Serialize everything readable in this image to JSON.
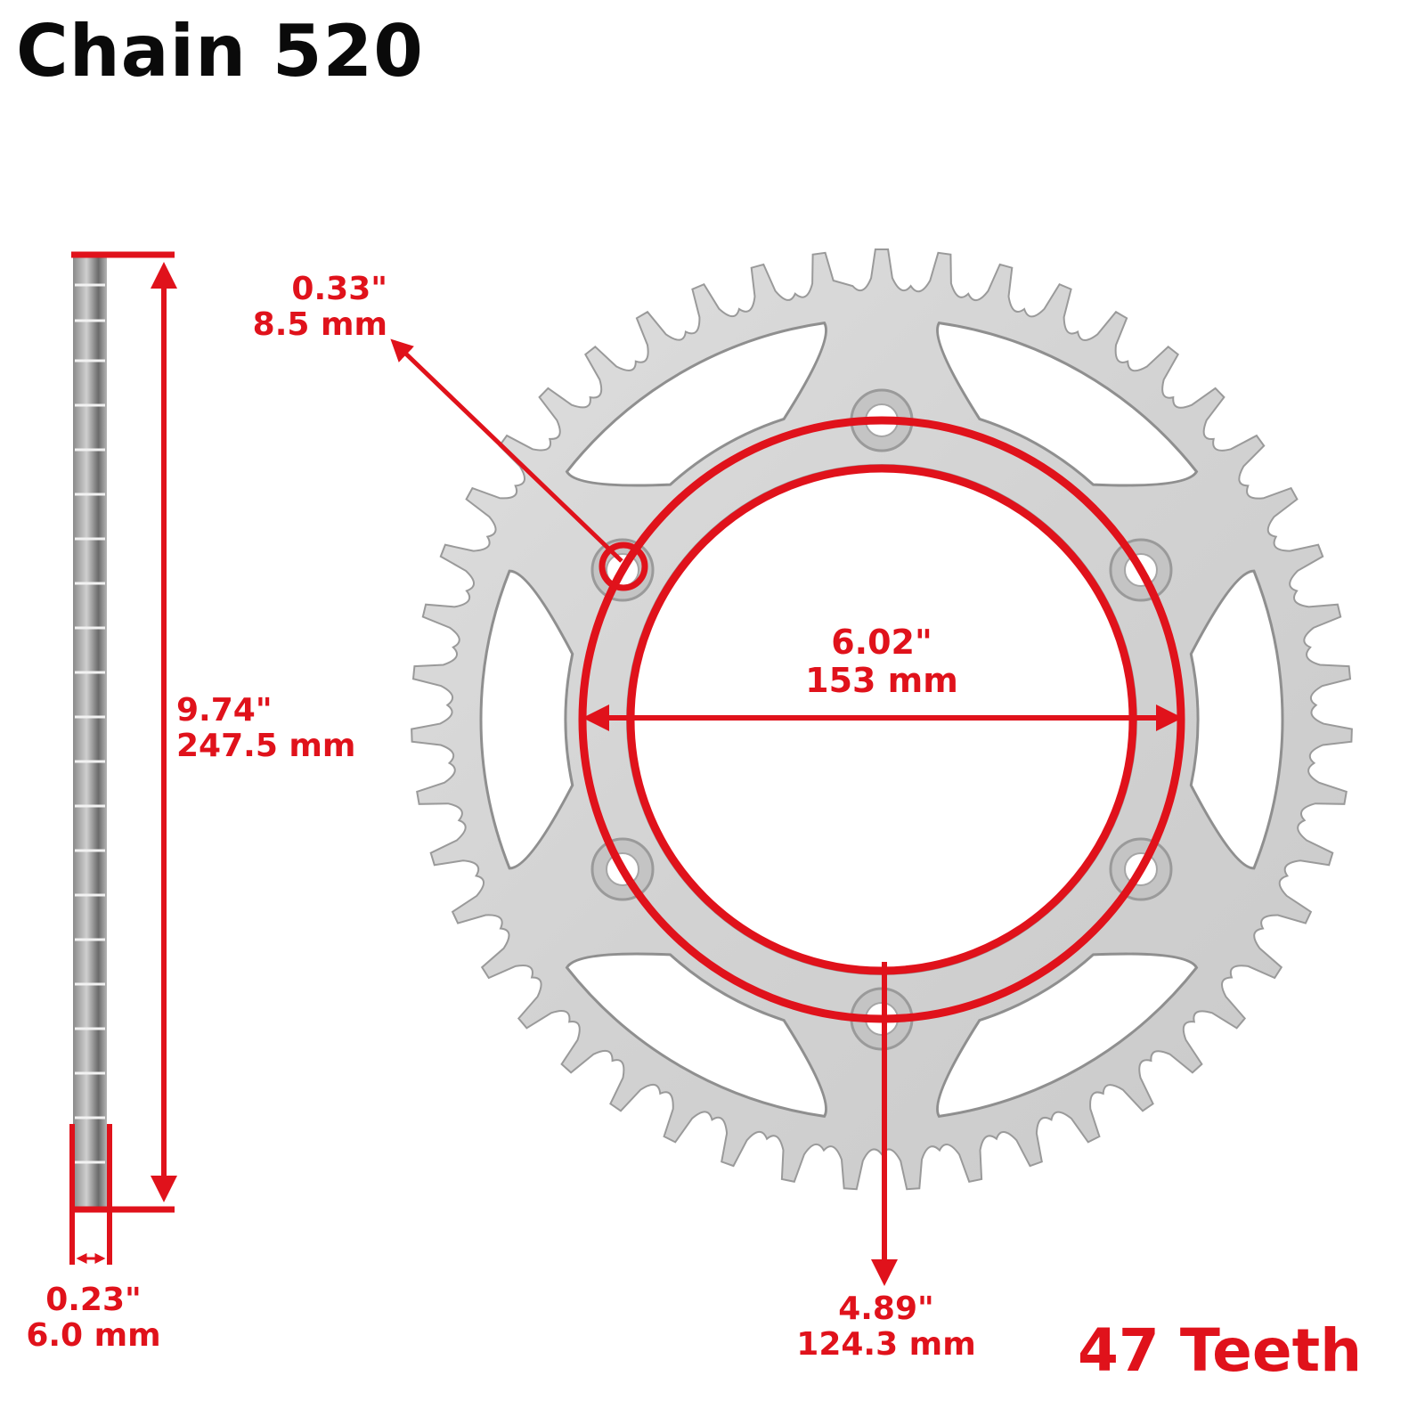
{
  "title": "Chain 520",
  "colors": {
    "annotation_red": "#e0121b",
    "sprocket_metal": "#d4d4d4",
    "sprocket_edge": "#9a9a9a",
    "title_black": "#0a0a0a",
    "background": "#ffffff"
  },
  "sprocket": {
    "teeth_count": 47,
    "bolt_holes": 6,
    "lightening_cutouts": 6
  },
  "dimensions": {
    "bolt_hole": {
      "inches": "0.33\"",
      "mm": "8.5 mm"
    },
    "outer_diameter": {
      "inches": "9.74\"",
      "mm": "247.5 mm"
    },
    "center_bore": {
      "inches": "6.02\"",
      "mm": "153 mm"
    },
    "thickness": {
      "inches": "0.23\"",
      "mm": "6.0 mm"
    },
    "bolt_circle": {
      "inches": "4.89\"",
      "mm": "124.3 mm"
    }
  },
  "teeth_label": "47 Teeth"
}
